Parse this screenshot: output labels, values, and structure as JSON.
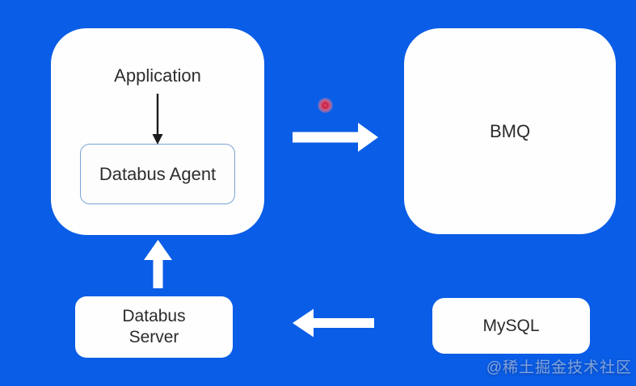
{
  "canvas": {
    "background_color": "#0a5de6",
    "node_fill_color": "#fefefe",
    "agent_border_color": "#79a3d6",
    "arrow_color": "#ffffff",
    "thin_arrow_color": "#1b1b1b",
    "laser_dot_color": "#c21f45"
  },
  "diagram": {
    "application_box": {
      "label": "Application"
    },
    "databus_agent_box": {
      "label": "Databus Agent"
    },
    "bmq_box": {
      "label": "BMQ"
    },
    "databus_server_box": {
      "line1": "Databus",
      "line2": "Server"
    },
    "mysql_box": {
      "label": "MySQL"
    }
  },
  "watermark": {
    "text": "@稀土掘金技术社区"
  }
}
